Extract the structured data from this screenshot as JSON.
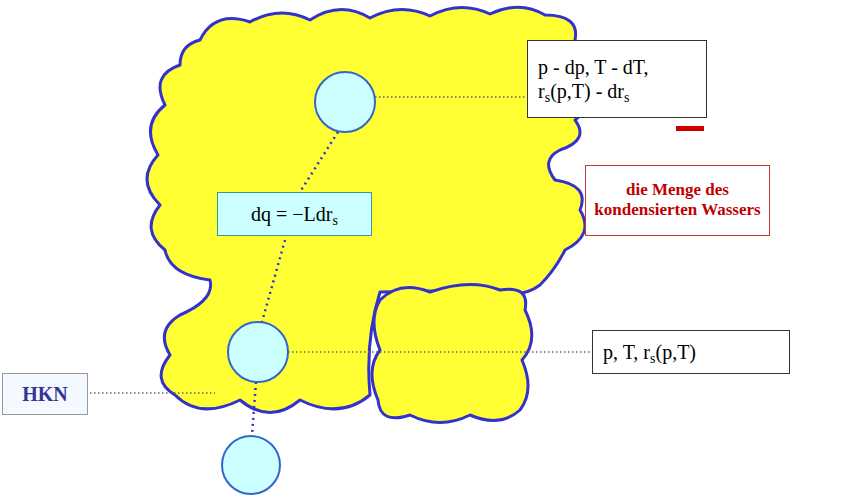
{
  "diagram": {
    "nodes": [
      {
        "text": [
          "p - dp, T - dT, rs(p,T) - drs"
        ]
      },
      {
        "text": [
          "die Menge des kondensierten Wassers"
        ]
      },
      {
        "text": [
          "dq = −Ldrs"
        ]
      },
      {
        "text": [
          "p, T, rs(p,T)"
        ]
      },
      {
        "text": [
          "HKN"
        ]
      }
    ]
  }
}
